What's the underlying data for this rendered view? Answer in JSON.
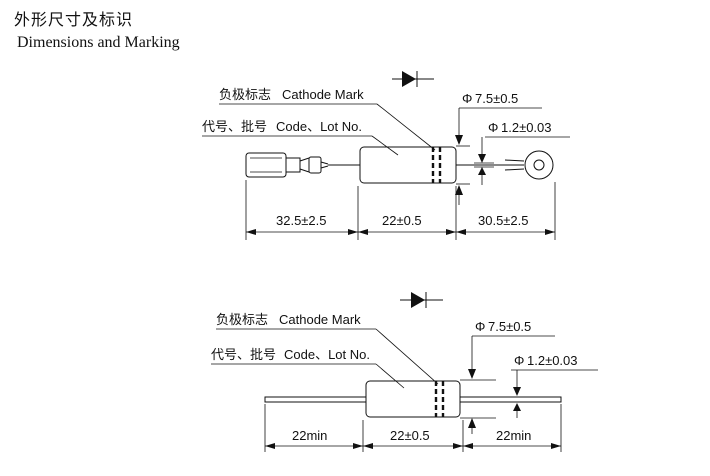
{
  "heading": {
    "cn": "外形尺寸及标识",
    "en": "Dimensions and Marking"
  },
  "diagram_top": {
    "cathode_label_cn": "负极标志",
    "cathode_label_en": "Cathode Mark",
    "code_label_cn": "代号、批号",
    "code_label_en": "Code、Lot No.",
    "body_diameter_symbol": "Φ",
    "body_diameter": "7.5±0.5",
    "lead_diameter_symbol": "Φ",
    "lead_diameter": "1.2±0.03",
    "left_length": "32.5±2.5",
    "body_length": "22±0.5",
    "right_length": "30.5±2.5"
  },
  "diagram_bottom": {
    "cathode_label_cn": "负极标志",
    "cathode_label_en": "Cathode Mark",
    "code_label_cn": "代号、批号",
    "code_label_en": "Code、Lot No.",
    "body_diameter_symbol": "Φ",
    "body_diameter": "7.5±0.5",
    "lead_diameter_symbol": "Φ",
    "lead_diameter": "1.2±0.03",
    "left_length": "22min",
    "body_length": "22±0.5",
    "right_length": "22min"
  }
}
